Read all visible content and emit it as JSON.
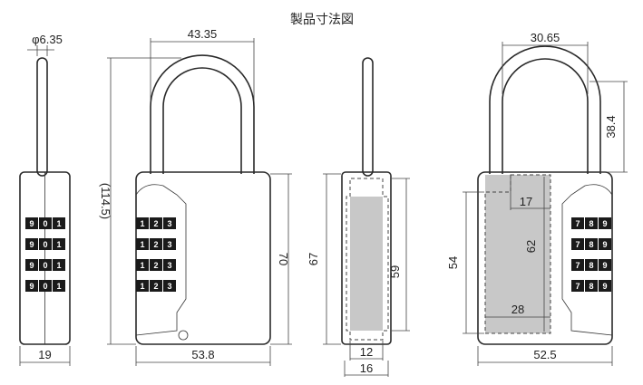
{
  "title": "製品寸法図",
  "dims": {
    "shackle_diameter": "φ6.35",
    "shackle_inner_width": "43.35",
    "overall_height": "(114.5)",
    "body_height": "70",
    "body_width": "53.8",
    "side_body_width": "19",
    "section_outer_height": "67",
    "section_inner_height": "59",
    "section_inner_width": "12",
    "section_outer_width": "16",
    "back_shackle_width": "30.65",
    "back_shackle_height": "38.4",
    "back_compartment_height": "54",
    "back_inner_height": "62",
    "back_top_notch": "17",
    "back_inner_width": "28",
    "back_body_width": "52.5"
  },
  "dial_rows": [
    [
      "9",
      "0",
      "1"
    ],
    [
      "9",
      "0",
      "1"
    ],
    [
      "9",
      "0",
      "1"
    ],
    [
      "9",
      "0",
      "1"
    ]
  ],
  "front_dials": [
    [
      "1",
      "2",
      "3"
    ],
    [
      "1",
      "2",
      "3"
    ],
    [
      "1",
      "2",
      "3"
    ],
    [
      "1",
      "2",
      "3"
    ]
  ],
  "back_dials": [
    [
      "7",
      "8",
      "9"
    ],
    [
      "7",
      "8",
      "9"
    ],
    [
      "7",
      "8",
      "9"
    ],
    [
      "7",
      "8",
      "9"
    ]
  ]
}
